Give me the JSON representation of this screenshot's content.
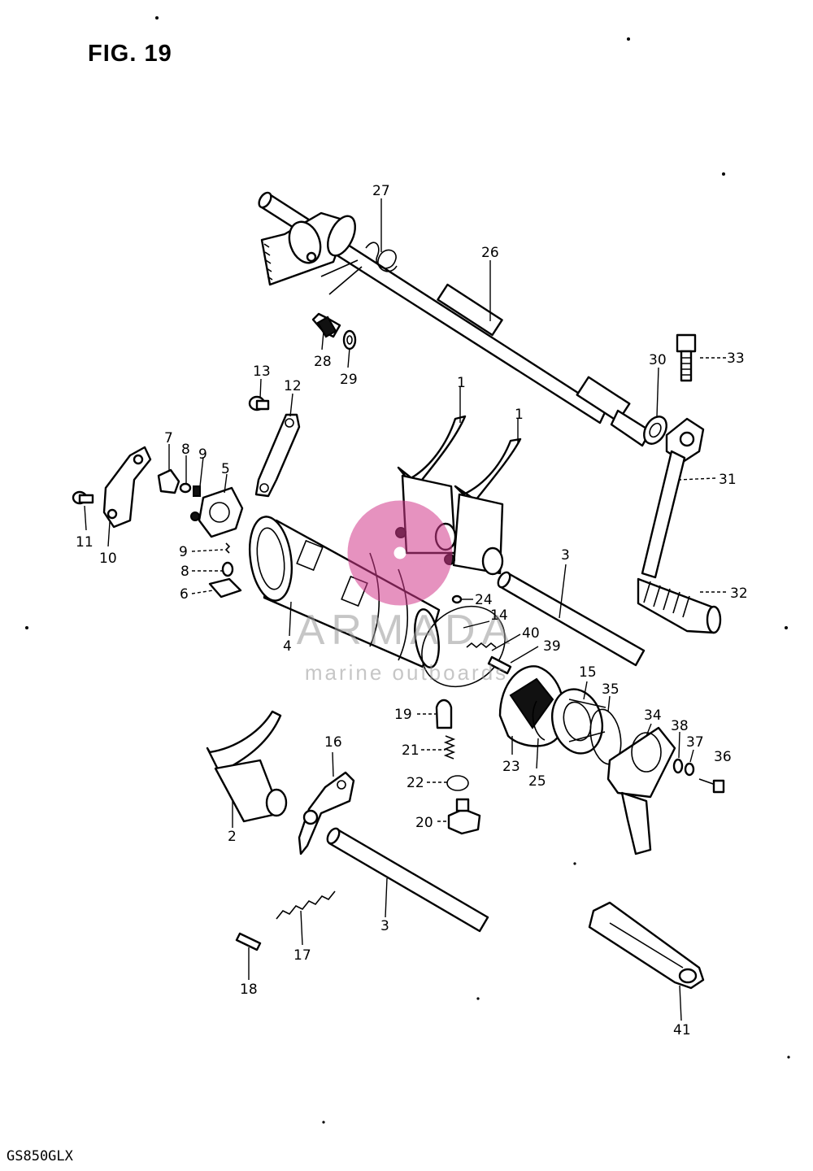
{
  "figure_label": "FIG. 19",
  "model_code": "GS850GLX",
  "watermark": {
    "name": "ARMADA",
    "tagline": "marine outboards",
    "color": "#d23a8c"
  },
  "callouts": [
    {
      "id": "c1a",
      "text": "1"
    },
    {
      "id": "c1b",
      "text": "1"
    },
    {
      "id": "c2",
      "text": "2"
    },
    {
      "id": "c3a",
      "text": "3"
    },
    {
      "id": "c3b",
      "text": "3"
    },
    {
      "id": "c4",
      "text": "4"
    },
    {
      "id": "c5",
      "text": "5"
    },
    {
      "id": "c6",
      "text": "6"
    },
    {
      "id": "c7",
      "text": "7"
    },
    {
      "id": "c8a",
      "text": "8"
    },
    {
      "id": "c8b",
      "text": "8"
    },
    {
      "id": "c9a",
      "text": "9"
    },
    {
      "id": "c9b",
      "text": "9"
    },
    {
      "id": "c10",
      "text": "10"
    },
    {
      "id": "c11",
      "text": "11"
    },
    {
      "id": "c12",
      "text": "12"
    },
    {
      "id": "c13",
      "text": "13"
    },
    {
      "id": "c14",
      "text": "14"
    },
    {
      "id": "c15",
      "text": "15"
    },
    {
      "id": "c16",
      "text": "16"
    },
    {
      "id": "c17",
      "text": "17"
    },
    {
      "id": "c18",
      "text": "18"
    },
    {
      "id": "c19",
      "text": "19"
    },
    {
      "id": "c20",
      "text": "20"
    },
    {
      "id": "c21",
      "text": "21"
    },
    {
      "id": "c22",
      "text": "22"
    },
    {
      "id": "c23",
      "text": "23"
    },
    {
      "id": "c24",
      "text": "24"
    },
    {
      "id": "c25",
      "text": "25"
    },
    {
      "id": "c26",
      "text": "26"
    },
    {
      "id": "c27",
      "text": "27"
    },
    {
      "id": "c28",
      "text": "28"
    },
    {
      "id": "c29",
      "text": "29"
    },
    {
      "id": "c30",
      "text": "30"
    },
    {
      "id": "c31",
      "text": "31"
    },
    {
      "id": "c32",
      "text": "32"
    },
    {
      "id": "c33",
      "text": "33"
    },
    {
      "id": "c34",
      "text": "34"
    },
    {
      "id": "c35",
      "text": "35"
    },
    {
      "id": "c36",
      "text": "36"
    },
    {
      "id": "c37",
      "text": "37"
    },
    {
      "id": "c38",
      "text": "38"
    },
    {
      "id": "c39",
      "text": "39"
    },
    {
      "id": "c40",
      "text": "40"
    },
    {
      "id": "c41",
      "text": "41"
    }
  ]
}
